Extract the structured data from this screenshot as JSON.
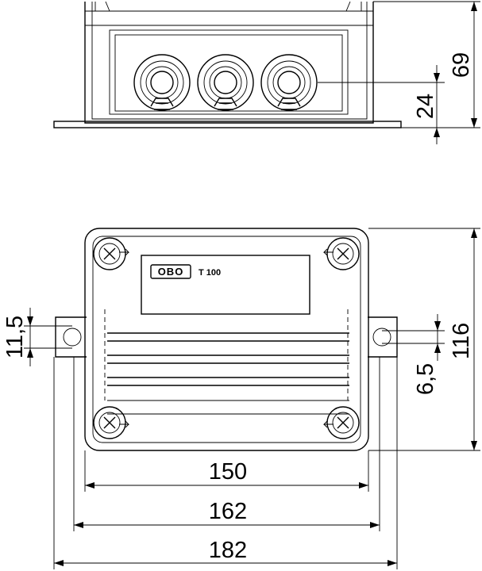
{
  "drawing": {
    "brand_label": "OBO",
    "model_label": "T 100"
  },
  "dimensions": {
    "total_height": "69",
    "entry_height": "24",
    "depth": "116",
    "lug_hole_left": "11,5",
    "lug_hole_right": "6,5",
    "width_150": "150",
    "width_162": "162",
    "width_182": "182"
  },
  "colors": {
    "line": "#000000",
    "background": "#ffffff"
  }
}
